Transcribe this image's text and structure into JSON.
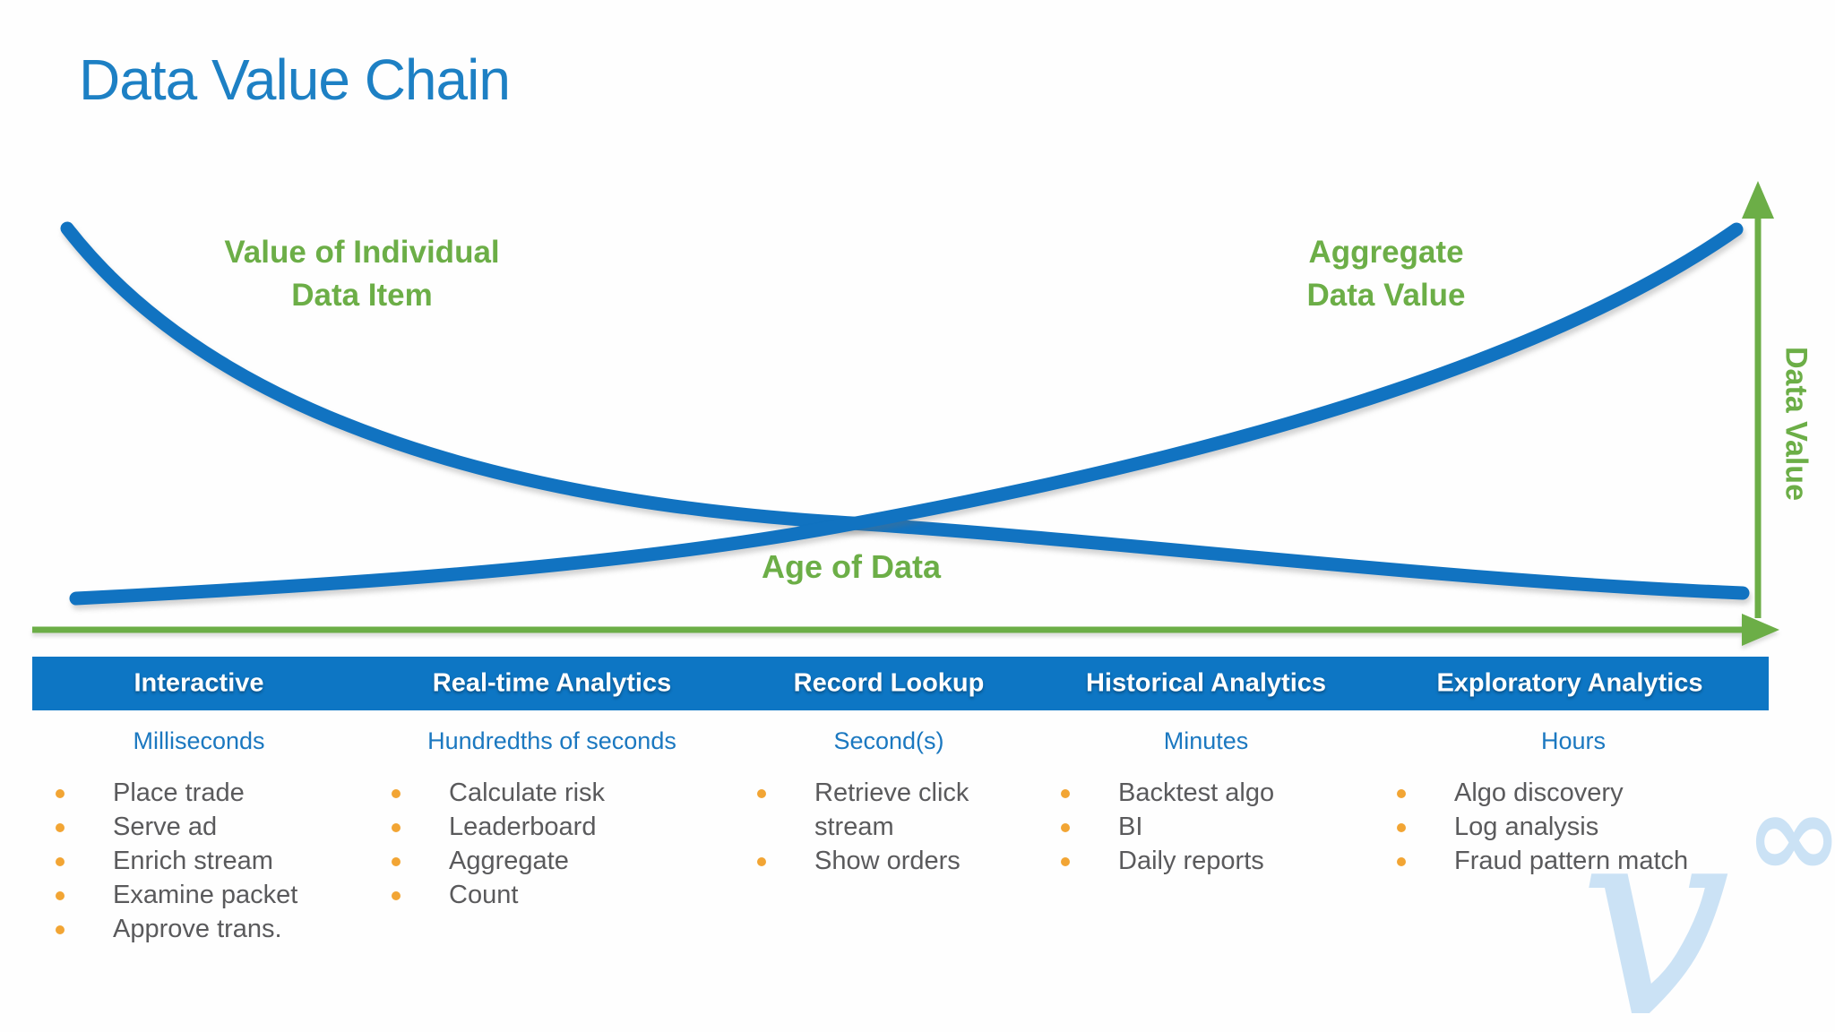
{
  "slide": {
    "title": "Data Value Chain"
  },
  "chart": {
    "individual_label_line1": "Value of Individual",
    "individual_label_line2": "Data Item",
    "aggregate_label_line1": "Aggregate",
    "aggregate_label_line2": "Data Value",
    "age_axis_label": "Age of Data",
    "value_axis_label": "Data Value",
    "curves": [
      {
        "name": "value-of-individual-data-item",
        "trend": "decreases as age of data increases"
      },
      {
        "name": "aggregate-data-value",
        "trend": "increases as age of data increases"
      }
    ]
  },
  "columns": [
    {
      "header": "Interactive",
      "latency": "Milliseconds",
      "items": [
        "Place trade",
        "Serve ad",
        "Enrich stream",
        "Examine packet",
        "Approve trans."
      ]
    },
    {
      "header": "Real-time Analytics",
      "latency": "Hundredths of seconds",
      "items": [
        "Calculate risk",
        "Leaderboard",
        "Aggregate",
        "Count"
      ]
    },
    {
      "header": "Record Lookup",
      "latency": "Second(s)",
      "items": [
        "Retrieve click stream",
        "Show orders"
      ]
    },
    {
      "header": "Historical Analytics",
      "latency": "Minutes",
      "items": [
        "Backtest algo",
        "BI",
        "Daily reports"
      ]
    },
    {
      "header": "Exploratory Analytics",
      "latency": "Hours",
      "items": [
        "Algo discovery",
        "Log analysis",
        "Fraud pattern match"
      ]
    }
  ],
  "watermark": {
    "letter": "v",
    "infinity": "∞"
  },
  "colors": {
    "title_blue": "#1d80c4",
    "bar_blue": "#0d76c4",
    "curve_blue": "#1173c1",
    "axis_green": "#6cae47",
    "latency_blue": "#1b78c0",
    "body_gray": "#5a5a5c",
    "bullet_orange": "#f2a534",
    "watermark_blue": "#cbe2f5"
  }
}
